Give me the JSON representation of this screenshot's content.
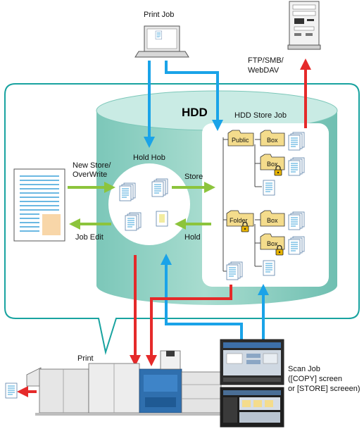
{
  "labels": {
    "print_job": "Print Job",
    "ftp": "FTP/SMB/",
    "webdav": "WebDAV",
    "hdd": "HDD",
    "hdd_store_job": "HDD Store Job",
    "hold_job": "Hold Hob",
    "new_store": "New Store/",
    "overwrite": "OverWrite",
    "store": "Store",
    "job_edit": "Job Edit",
    "hold": "Hold",
    "print": "Print",
    "scan_job": "Scan Job",
    "scan_line2": "([COPY] screen",
    "scan_line3": "or [STORE] screeen)"
  },
  "folders": {
    "public": "Public",
    "folder": "Folder",
    "box": "Box"
  },
  "colors": {
    "hdd_fill": "#8fd0c4",
    "hdd_top": "#c9ebe4",
    "outline": "#19a3a0",
    "arrow_blue": "#1aa3e8",
    "arrow_red": "#e52a2a",
    "arrow_green": "#8cc43c",
    "folder_fill": "#f4dc8c"
  }
}
